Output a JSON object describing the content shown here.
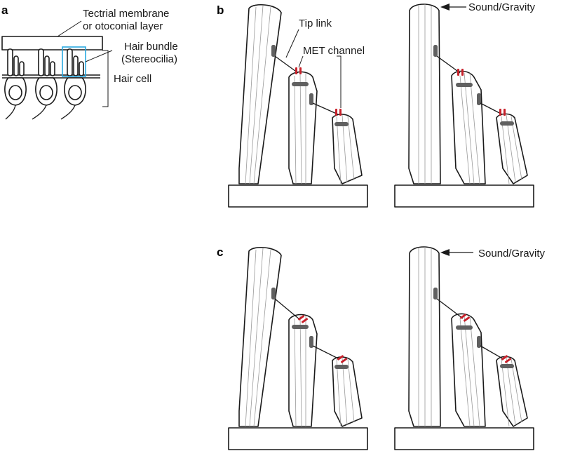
{
  "panels": {
    "a": "a",
    "b": "b",
    "c": "c"
  },
  "labels": {
    "tectorial_line1": "Tectrial membrane",
    "tectorial_line2": "or otoconial layer",
    "hair_bundle_line1": "Hair bundle",
    "hair_bundle_line2": "(Stereocilia)",
    "hair_cell": "Hair cell",
    "tip_link": "Tip link",
    "met_channel": "MET channel",
    "sound_gravity_b": "Sound/Gravity",
    "sound_gravity_c": "Sound/Gravity"
  },
  "colors": {
    "outline": "#1a1a1a",
    "fiber": "#9a9a9a",
    "plaque": "#606060",
    "met_channel": "#c8202a",
    "highlight_box": "#29a8e0"
  }
}
